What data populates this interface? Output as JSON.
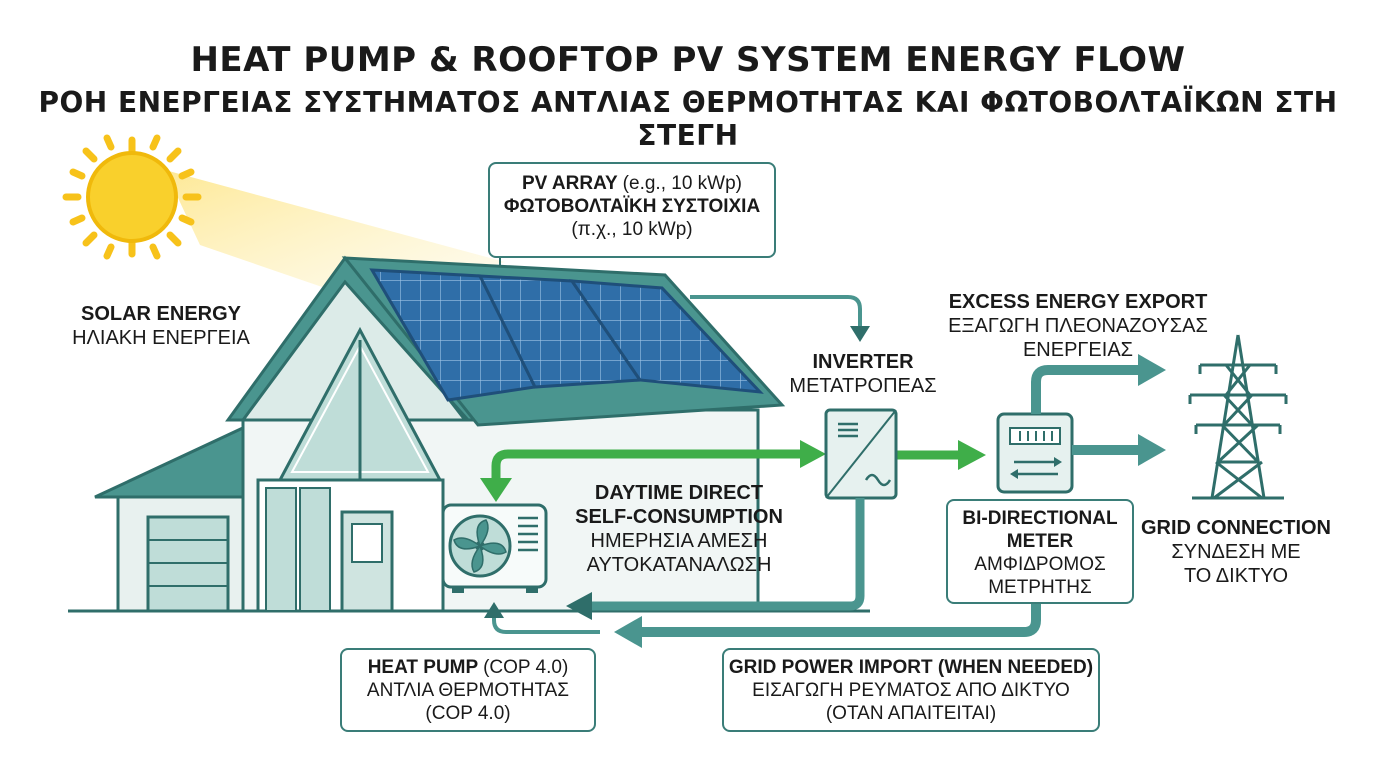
{
  "header": {
    "title_en": "HEAT PUMP & ROOFTOP PV SYSTEM ENERGY FLOW",
    "title_el": "ΡΟΗ ΕΝΕΡΓΕΙΑΣ ΣΥΣΤΗΜΑΤΟΣ ΑΝΤΛΙΑΣ ΘΕΡΜΟΤΗΤΑΣ ΚΑΙ ΦΩΤΟΒΟΛΤΑΪΚΩΝ ΣΤΗ ΣΤΕΓΗ"
  },
  "labels": {
    "solar": {
      "en": "SOLAR ENERGY",
      "el": "ΗΛΙΑΚΗ ΕΝΕΡΓΕΙΑ"
    },
    "pv": {
      "en": "PV ARRAY",
      "en_note": "(e.g., 10 kWp)",
      "el": "ΦΩΤΟΒΟΛΤΑΪΚΗ ΣΥΣΤΟΙΧΙΑ",
      "el_note": "(π.χ., 10 kWp)"
    },
    "inverter": {
      "en": "INVERTER",
      "el": "ΜΕΤΑΤΡΟΠΕΑΣ"
    },
    "export": {
      "en": "EXCESS ENERGY EXPORT",
      "el_line1": "ΕΞΑΓΩΓΗ ΠΛΕΟΝΑΖΟΥΣΑΣ",
      "el_line2": "ΕΝΕΡΓΕΙΑΣ"
    },
    "self": {
      "en_line1": "DAYTIME DIRECT",
      "en_line2": "SELF-CONSUMPTION",
      "el_line1": "ΗΜΕΡΗΣΙΑ ΑΜΕΣΗ",
      "el_line2": "ΑΥΤΟΚΑΤΑΝΑΛΩΣΗ"
    },
    "meter": {
      "en_line1": "BI-DIRECTIONAL",
      "en_line2": "METER",
      "el_line1": "ΑΜΦΙΔΡΟΜΟΣ",
      "el_line2": "ΜΕΤΡΗΤΗΣ"
    },
    "grid": {
      "en": "GRID CONNECTION",
      "el_line1": "ΣΥΝΔΕΣΗ ΜΕ",
      "el_line2": "ΤΟ ΔΙΚΤΥΟ"
    },
    "heatpump": {
      "en": "HEAT PUMP",
      "en_note": "(COP 4.0)",
      "el": "ΑΝΤΛΙΑ ΘΕΡΜΟΤΗΤΑΣ",
      "el_note": "(COP 4.0)"
    },
    "import": {
      "en": "GRID POWER IMPORT (WHEN NEEDED)",
      "el_line1": "ΕΙΣΑΓΩΓΗ ΡΕΥΜΑΤΟΣ ΑΠΟ ΔΙΚΤΥΟ",
      "el_line2": "(ΟΤΑΝ ΑΠΑΙΤΕΙΤΑΙ)"
    }
  },
  "colors": {
    "teal_dark": "#2f6e6a",
    "teal": "#4a958f",
    "teal_light": "#bfddd8",
    "green_flow": "#3fae49",
    "sun": "#f7c21a",
    "panel": "#2f6ea8"
  }
}
